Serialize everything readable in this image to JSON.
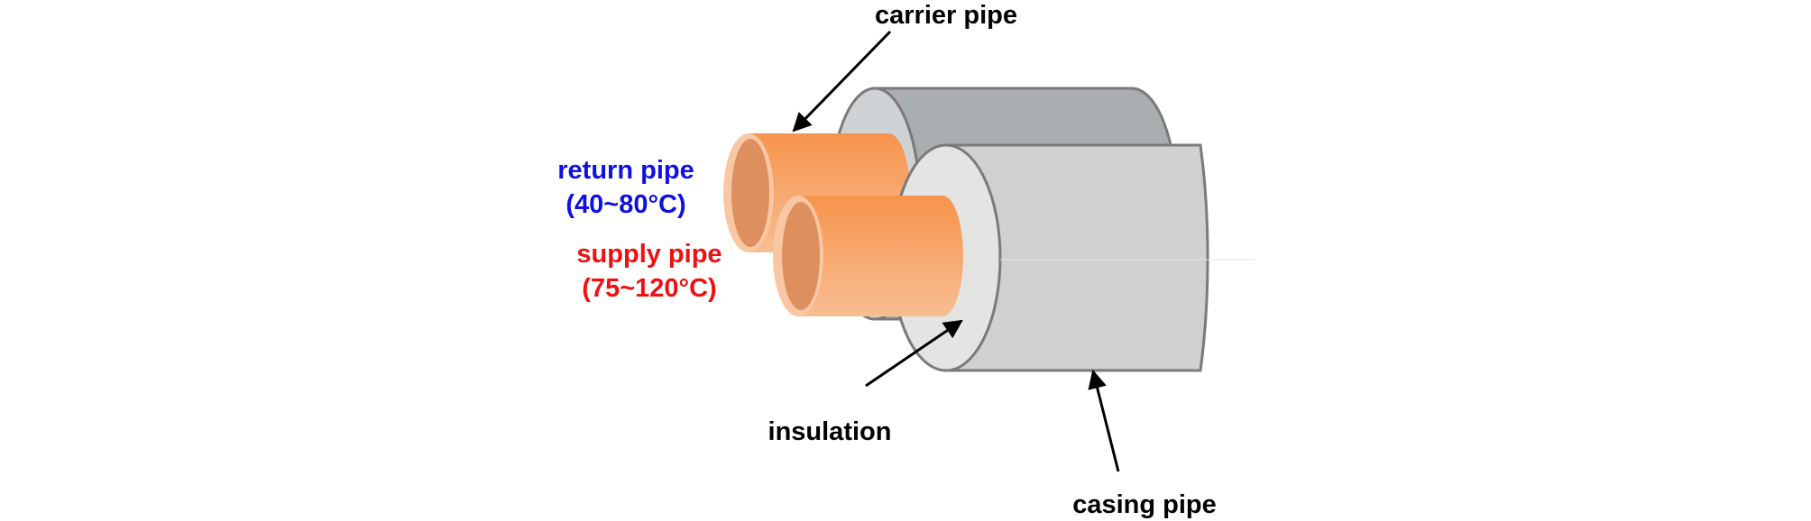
{
  "labels": {
    "carrier_pipe": "carrier pipe",
    "return_pipe_name": "return pipe",
    "return_pipe_temp": "(40~80°C)",
    "supply_pipe_name": "supply pipe",
    "supply_pipe_temp": "(75~120°C)",
    "insulation": "insulation",
    "casing_pipe": "casing pipe"
  },
  "colors": {
    "return_label": "#1010e0",
    "supply_label": "#ee1111",
    "annotation_label": "#000000",
    "carrier_orange_dark": "#f6944c",
    "carrier_orange_light": "#f8bd93",
    "carrier_end_face": "#dd905e",
    "casing_front_body": "#d0d0cf",
    "casing_front_face": "#e4e4e3",
    "casing_back_body": "#a9aeb0",
    "casing_back_face": "#cfd2d4",
    "outline": "#7a7a7a"
  }
}
